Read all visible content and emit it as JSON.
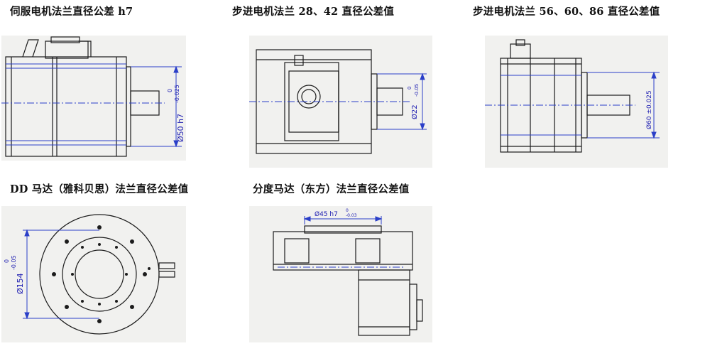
{
  "captions": {
    "servo": "伺服电机法兰直径公差 h7",
    "stepper_small": "步进电机法兰 28、42 直径公差值",
    "stepper_large": "步进电机法兰 56、60、86 直径公差值",
    "dd_motor": "DD 马达（雅科贝思）法兰直径公差值",
    "index_motor": "分度马达（东方）法兰直径公差值"
  },
  "dimensions": {
    "servo_dim": "Ø50 h7",
    "servo_tol_upper": "0",
    "servo_tol_lower": "-0.025",
    "stepper_small_dim": "Ø22",
    "stepper_small_tol_upper": "0",
    "stepper_small_tol_lower": "-0.05",
    "stepper_large_dim": "Ø60 ±0.025",
    "dd_dim": "Ø154",
    "dd_tol_upper": "0",
    "dd_tol_lower": "-0.05",
    "index_dim": "Ø45 h7",
    "index_tol_upper": "0",
    "index_tol_lower": "-0.03"
  },
  "colors": {
    "panel_bg": "#f1f1ef",
    "line": "#1c1c1c",
    "dimension": "#1a1ab0",
    "centerline": "#2b3fc8"
  }
}
